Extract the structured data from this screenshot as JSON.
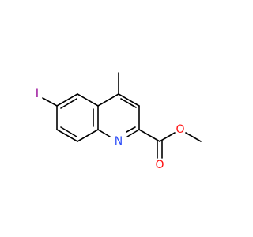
{
  "atoms": {
    "iodine": {
      "label": "I",
      "color": "#940094"
    },
    "nitrogen": {
      "label": "N",
      "color": "#3050F8"
    },
    "carbonyl_oxygen": {
      "label": "O",
      "color": "#FF0D0D"
    },
    "ester_oxygen": {
      "label": "O",
      "color": "#FF0D0D"
    }
  },
  "colors": {
    "bond": "#000000",
    "background": "#ffffff"
  }
}
